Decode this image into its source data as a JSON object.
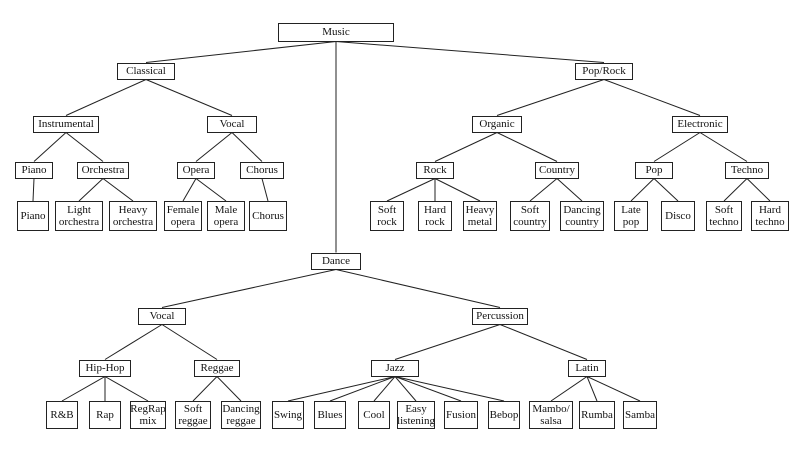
{
  "nodes": {
    "music": "Music",
    "classical": "Classical",
    "poprock": "Pop/Rock",
    "instrumental": "Instrumental",
    "vocal_classical": "Vocal",
    "organic": "Organic",
    "electronic": "Electronic",
    "piano_group": "Piano",
    "orchestra": "Orchestra",
    "opera": "Opera",
    "chorus_group": "Chorus",
    "rock": "Rock",
    "country": "Country",
    "pop": "Pop",
    "techno": "Techno",
    "piano_leaf": "Piano",
    "light_orchestra": "Light\norchestra",
    "heavy_orchestra": "Heavy\norchestra",
    "female_opera": "Female\nopera",
    "male_opera": "Male\nopera",
    "chorus_leaf": "Chorus",
    "soft_rock": "Soft\nrock",
    "hard_rock": "Hard\nrock",
    "heavy_metal": "Heavy\nmetal",
    "soft_country": "Soft\ncountry",
    "dancing_country": "Dancing\ncountry",
    "late_pop": "Late\npop",
    "disco": "Disco",
    "soft_techno": "Soft\ntechno",
    "hard_techno": "Hard\ntechno",
    "dance": "Dance",
    "vocal_dance": "Vocal",
    "percussion": "Percussion",
    "hiphop": "Hip-Hop",
    "reggae": "Reggae",
    "jazz": "Jazz",
    "latin": "Latin",
    "rnb": "R&B",
    "rap": "Rap",
    "regrap_mix": "RegRap\nmix",
    "soft_reggae": "Soft\nreggae",
    "dancing_reggae": "Dancing\nreggae",
    "swing": "Swing",
    "blues": "Blues",
    "cool": "Cool",
    "easy_listening": "Easy\nlistening",
    "fusion": "Fusion",
    "bebop": "Bebop",
    "mambo_salsa": "Mambo/\nsalsa",
    "rumba": "Rumba",
    "samba": "Samba"
  }
}
